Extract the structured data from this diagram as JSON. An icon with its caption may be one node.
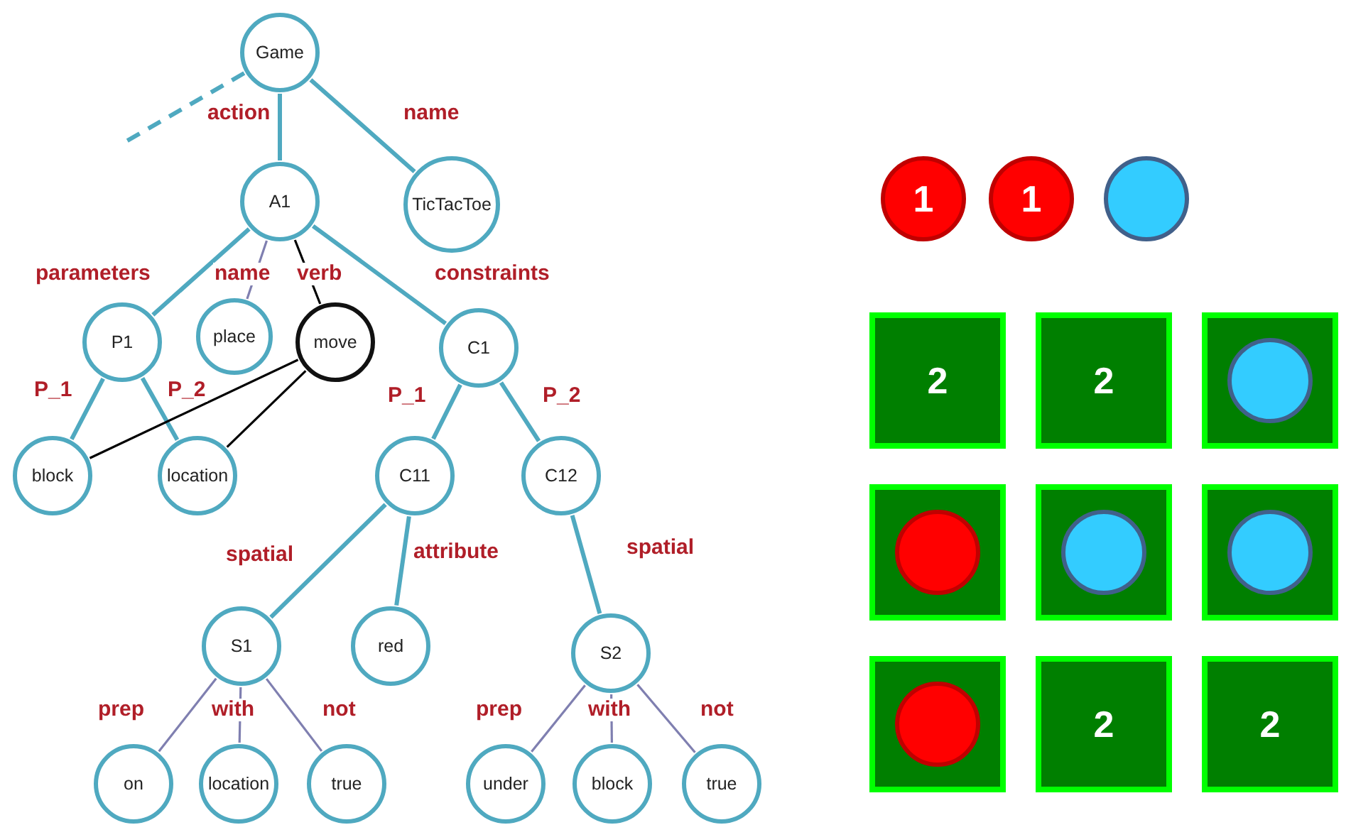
{
  "diagram": {
    "nodes": [
      {
        "text": [
          "Game"
        ]
      },
      {
        "text": [
          "A1"
        ]
      },
      {
        "text": [
          "TicTacToe"
        ]
      },
      {
        "text": [
          "P1"
        ]
      },
      {
        "text": [
          "place"
        ]
      },
      {
        "text": [
          "move"
        ]
      },
      {
        "text": [
          "C1"
        ]
      },
      {
        "text": [
          "block"
        ]
      },
      {
        "text": [
          "location"
        ]
      },
      {
        "text": [
          "C11"
        ]
      },
      {
        "text": [
          "C12"
        ]
      },
      {
        "text": [
          "S1"
        ]
      },
      {
        "text": [
          "red"
        ]
      },
      {
        "text": [
          "S2"
        ]
      },
      {
        "text": [
          "on"
        ]
      },
      {
        "text": [
          "location"
        ]
      },
      {
        "text": [
          "true"
        ]
      },
      {
        "text": [
          "under"
        ]
      },
      {
        "text": [
          "block"
        ]
      },
      {
        "text": [
          "true"
        ]
      },
      {
        "text": [
          "1"
        ]
      },
      {
        "text": [
          "1"
        ]
      },
      {
        "text": [],
        "shape": "circle"
      },
      {
        "text": [
          "2"
        ]
      },
      {
        "text": [
          "2"
        ]
      },
      {
        "text": [],
        "shape": "box"
      },
      {
        "text": [],
        "shape": "circle",
        "in": 25
      },
      {
        "text": [],
        "shape": "box"
      },
      {
        "text": [],
        "shape": "circle",
        "in": 27
      },
      {
        "text": [],
        "shape": "box"
      },
      {
        "text": [],
        "shape": "circle",
        "in": 29
      },
      {
        "text": [],
        "shape": "box"
      },
      {
        "text": [],
        "shape": "circle",
        "in": 31
      },
      {
        "text": [],
        "shape": "box"
      },
      {
        "text": [],
        "shape": "circle",
        "in": 33
      },
      {
        "text": [
          "2"
        ]
      },
      {
        "text": [
          "2"
        ]
      }
    ],
    "edges": [
      {
        "from": 0,
        "to": 1,
        "arrow": "none",
        "label": "action"
      },
      {
        "from": 0,
        "to": 2,
        "arrow": "none",
        "label": "name"
      },
      {
        "from": 0,
        "to": null,
        "arrow": "none",
        "style": "dashed"
      },
      {
        "from": 1,
        "to": 3,
        "arrow": "none",
        "label": "parameters"
      },
      {
        "from": 1,
        "to": 4,
        "arrow": "none",
        "label": "name",
        "color": "#7f7fb0"
      },
      {
        "from": 1,
        "to": 5,
        "arrow": "none",
        "label": "verb",
        "color": "#000000"
      },
      {
        "from": 1,
        "to": 6,
        "arrow": "none",
        "label": "constraints"
      },
      {
        "from": 3,
        "to": 7,
        "arrow": "none",
        "label": "P_1"
      },
      {
        "from": 3,
        "to": 8,
        "arrow": "none",
        "label": "P_2"
      },
      {
        "from": 5,
        "to": 7,
        "arrow": "none",
        "color": "#000000"
      },
      {
        "from": 5,
        "to": 8,
        "arrow": "none",
        "color": "#000000"
      },
      {
        "from": 6,
        "to": 9,
        "arrow": "none",
        "label": "P_1"
      },
      {
        "from": 6,
        "to": 10,
        "arrow": "none",
        "label": "P_2"
      },
      {
        "from": 9,
        "to": 11,
        "arrow": "none",
        "label": "spatial"
      },
      {
        "from": 9,
        "to": 12,
        "arrow": "none",
        "label": "attribute"
      },
      {
        "from": 10,
        "to": 13,
        "arrow": "none",
        "label": "spatial"
      },
      {
        "from": 11,
        "to": 14,
        "arrow": "none",
        "label": "prep",
        "color": "#7f7fb0"
      },
      {
        "from": 11,
        "to": 15,
        "arrow": "none",
        "label": "with",
        "color": "#7f7fb0"
      },
      {
        "from": 11,
        "to": 16,
        "arrow": "none",
        "label": "not",
        "color": "#7f7fb0"
      },
      {
        "from": 13,
        "to": 17,
        "arrow": "none",
        "label": "prep",
        "color": "#7f7fb0"
      },
      {
        "from": 13,
        "to": 18,
        "arrow": "none",
        "label": "with",
        "color": "#7f7fb0"
      },
      {
        "from": 13,
        "to": 19,
        "arrow": "none",
        "label": "not",
        "color": "#7f7fb0"
      }
    ]
  }
}
